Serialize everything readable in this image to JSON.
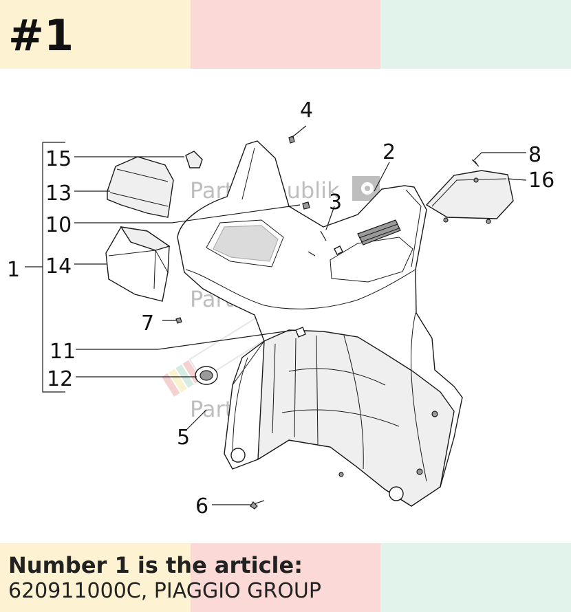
{
  "heading": "#1",
  "caption": {
    "line1": "Number 1 is the article:",
    "line2": "620911000C, PIAGGIO GROUP"
  },
  "colors": {
    "band_yellow": "#fdf3d2",
    "band_pink": "#fbd9d6",
    "band_mint": "#e2f3ec",
    "line": "#1a1a1a",
    "watermark": "#b8b8b8"
  },
  "watermark": {
    "text": "PartsRepublik"
  },
  "callouts": [
    {
      "id": "c1",
      "label": "1"
    },
    {
      "id": "c2",
      "label": "2"
    },
    {
      "id": "c3",
      "label": "3"
    },
    {
      "id": "c4",
      "label": "4"
    },
    {
      "id": "c5",
      "label": "5"
    },
    {
      "id": "c6",
      "label": "6"
    },
    {
      "id": "c7",
      "label": "7"
    },
    {
      "id": "c8",
      "label": "8"
    },
    {
      "id": "c10",
      "label": "10"
    },
    {
      "id": "c11",
      "label": "11"
    },
    {
      "id": "c12",
      "label": "12"
    },
    {
      "id": "c13",
      "label": "13"
    },
    {
      "id": "c14",
      "label": "14"
    },
    {
      "id": "c15",
      "label": "15"
    },
    {
      "id": "c16",
      "label": "16"
    }
  ]
}
